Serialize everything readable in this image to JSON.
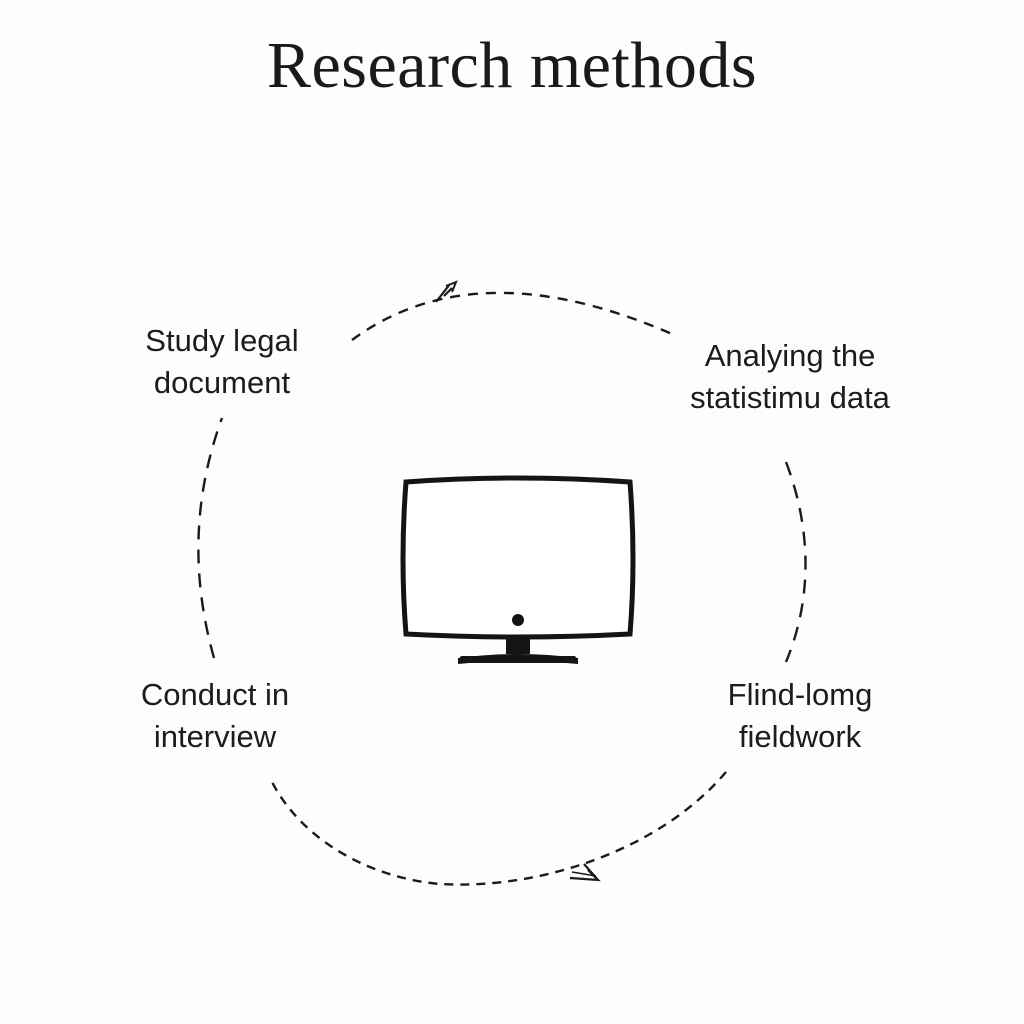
{
  "title": "Research methods",
  "nodes": {
    "top_left": {
      "line1": "Study legal",
      "line2": "document"
    },
    "top_right": {
      "line1": "Analying the",
      "line2": "statistimu data"
    },
    "bottom_left": {
      "line1": "Conduct in",
      "line2": "interview"
    },
    "bottom_right": {
      "line1": "Flind-lomg",
      "line2": "fieldwork"
    }
  },
  "center_icon": "computer-monitor-icon",
  "colors": {
    "ink": "#1a1a1a",
    "background": "#fdfdfd"
  }
}
